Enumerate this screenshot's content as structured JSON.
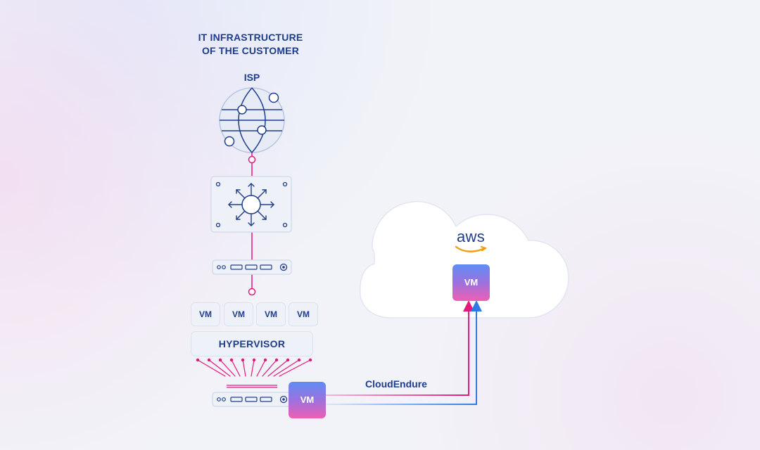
{
  "header": {
    "title_line1": "IT INFRASTRUCTURE",
    "title_line2": "OF THE CUSTOMER"
  },
  "isp": {
    "label": "ISP"
  },
  "hypervisor": {
    "label": "HYPERVISOR",
    "vms": [
      "VM",
      "VM",
      "VM",
      "VM"
    ]
  },
  "local_vm": {
    "label": "VM"
  },
  "cloud": {
    "provider": "aws",
    "vm_label": "VM"
  },
  "connection": {
    "label": "CloudEndure"
  },
  "icons": {
    "isp": "globe-network-icon",
    "switch": "network-switch-icon",
    "server": "server-rack-icon",
    "cloud": "cloud-icon",
    "brand": "aws-logo"
  },
  "colors": {
    "navy": "#1f3d8a",
    "pink": "#e6187d",
    "blue": "#2f7ae5",
    "panel": "#eef1f8"
  }
}
